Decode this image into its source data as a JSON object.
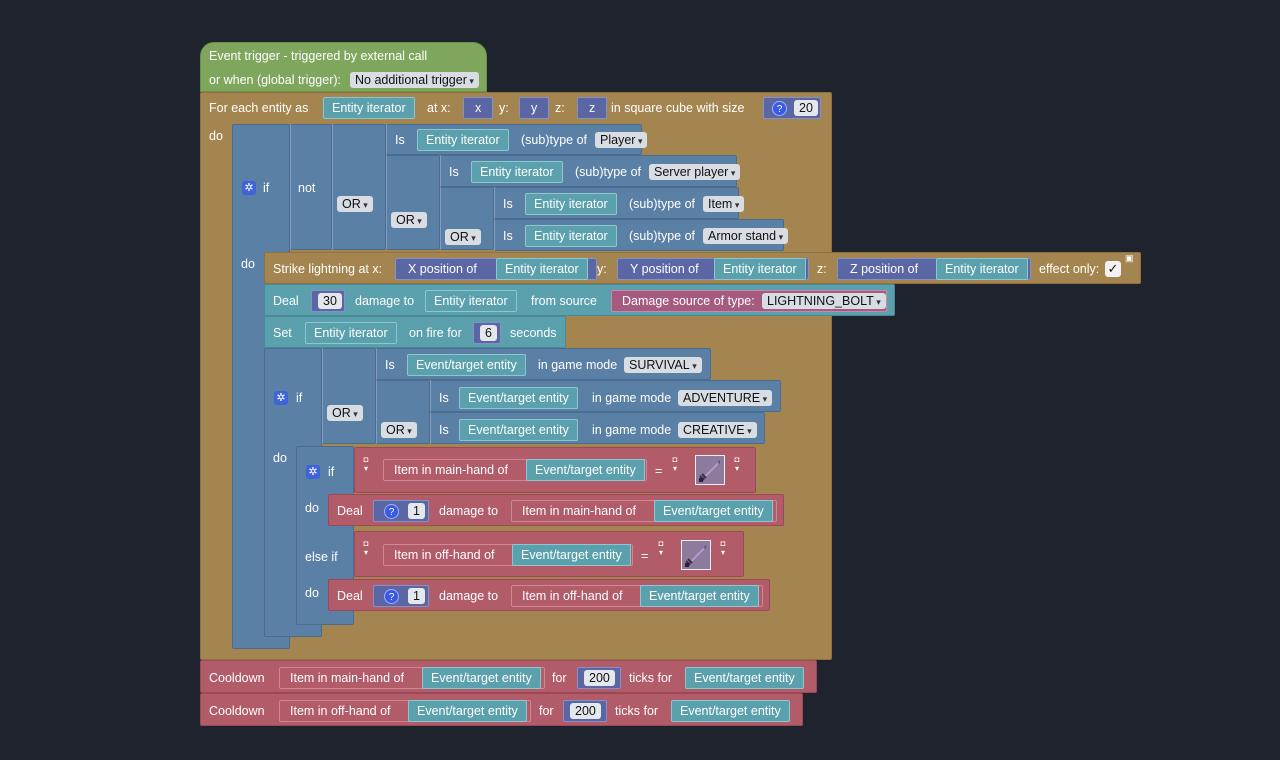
{
  "trigger": {
    "line1": "Event trigger - triggered by external call",
    "line2": "or when (global trigger):",
    "global_trigger_value": "No additional trigger"
  },
  "foreach": {
    "prefix": "For each entity as",
    "iterator": "Entity iterator",
    "at_x": "at x:",
    "x": "x",
    "y_label": "y:",
    "y": "y",
    "z_label": "z:",
    "z": "z",
    "suffix": "in square cube with size",
    "size": "20",
    "do": "do"
  },
  "cond1": {
    "if": "if",
    "not": "not",
    "or": "OR",
    "is": "Is",
    "iterator": "Entity iterator",
    "subtype_of": "(sub)type of",
    "types": [
      "Player",
      "Server player",
      "Item",
      "Armor stand"
    ],
    "do": "do"
  },
  "strike": {
    "label": "Strike lightning at x:",
    "x_of": "X position of",
    "y_label": "y:",
    "y_of": "Y position of",
    "z_label": "z:",
    "z_of": "Z position of",
    "iterator": "Entity iterator",
    "effect_only": "effect only:",
    "checked": "✓"
  },
  "deal1": {
    "deal": "Deal",
    "amount": "30",
    "damage_to": "damage to",
    "iterator": "Entity iterator",
    "from_source": "from source",
    "source_label": "Damage source of type:",
    "source_value": "LIGHTNING_BOLT"
  },
  "fire": {
    "set": "Set",
    "iterator": "Entity iterator",
    "on_fire_for": "on fire for",
    "seconds_value": "6",
    "seconds": "seconds"
  },
  "cond2": {
    "if": "if",
    "or": "OR",
    "is": "Is",
    "target": "Event/target entity",
    "in_game_mode": "in game mode",
    "modes": [
      "SURVIVAL",
      "ADVENTURE",
      "CREATIVE"
    ],
    "do": "do"
  },
  "cond3": {
    "if": "if",
    "else_if": "else if",
    "do": "do",
    "main_hand_of": "Item in main-hand of",
    "off_hand_of": "Item in off-hand of",
    "target": "Event/target entity",
    "equals": "=",
    "deal": "Deal",
    "amount": "1",
    "damage_to": "damage to"
  },
  "cooldown": {
    "label": "Cooldown",
    "main_hand_of": "Item in main-hand of",
    "off_hand_of": "Item in off-hand of",
    "target": "Event/target entity",
    "for": "for",
    "ticks": "200",
    "ticks_for": "ticks for"
  },
  "icons": {
    "gear": "gear-icon",
    "question": "question-icon",
    "sword": "netherite-sword-icon",
    "comment": "comment-icon"
  },
  "colors": {
    "background": "#1f232d",
    "event": "#7ea65c",
    "procedure": "#a5854f",
    "logic": "#5b80a5",
    "entity": "#5ba0ad",
    "item": "#b25b69",
    "number": "#5b67a5",
    "damage_source": "#a55b80"
  }
}
